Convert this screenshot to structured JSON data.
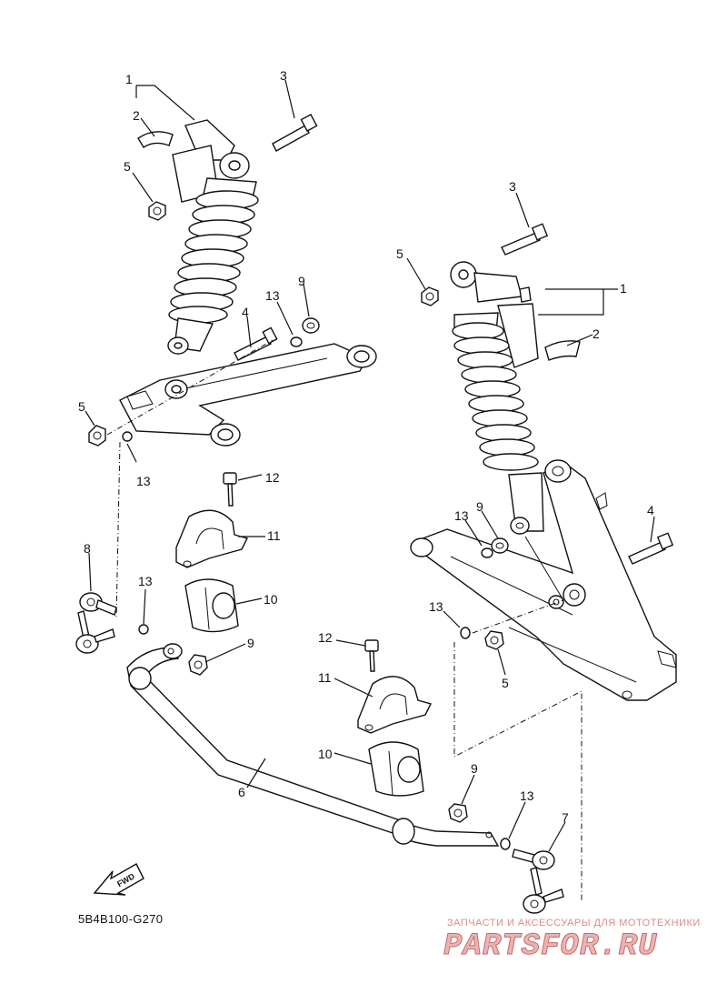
{
  "callouts": {
    "n1": "1",
    "n2": "2",
    "n3": "3",
    "n4": "4",
    "n5": "5",
    "n6": "6",
    "n7": "7",
    "n8": "8",
    "n9": "9",
    "n10": "10",
    "n11": "11",
    "n12": "12",
    "n13": "13"
  },
  "fwd_label": "FWD",
  "diagram_code": "5B4B100-G270",
  "watermark": {
    "tagline": "ЗАПЧАСТИ И АКСЕССУАРЫ ДЛЯ МОТОТЕХНИКИ",
    "brand": "PARTSFOR.RU"
  },
  "colors": {
    "line": "#111111",
    "watermark": "#e9b3b3"
  }
}
